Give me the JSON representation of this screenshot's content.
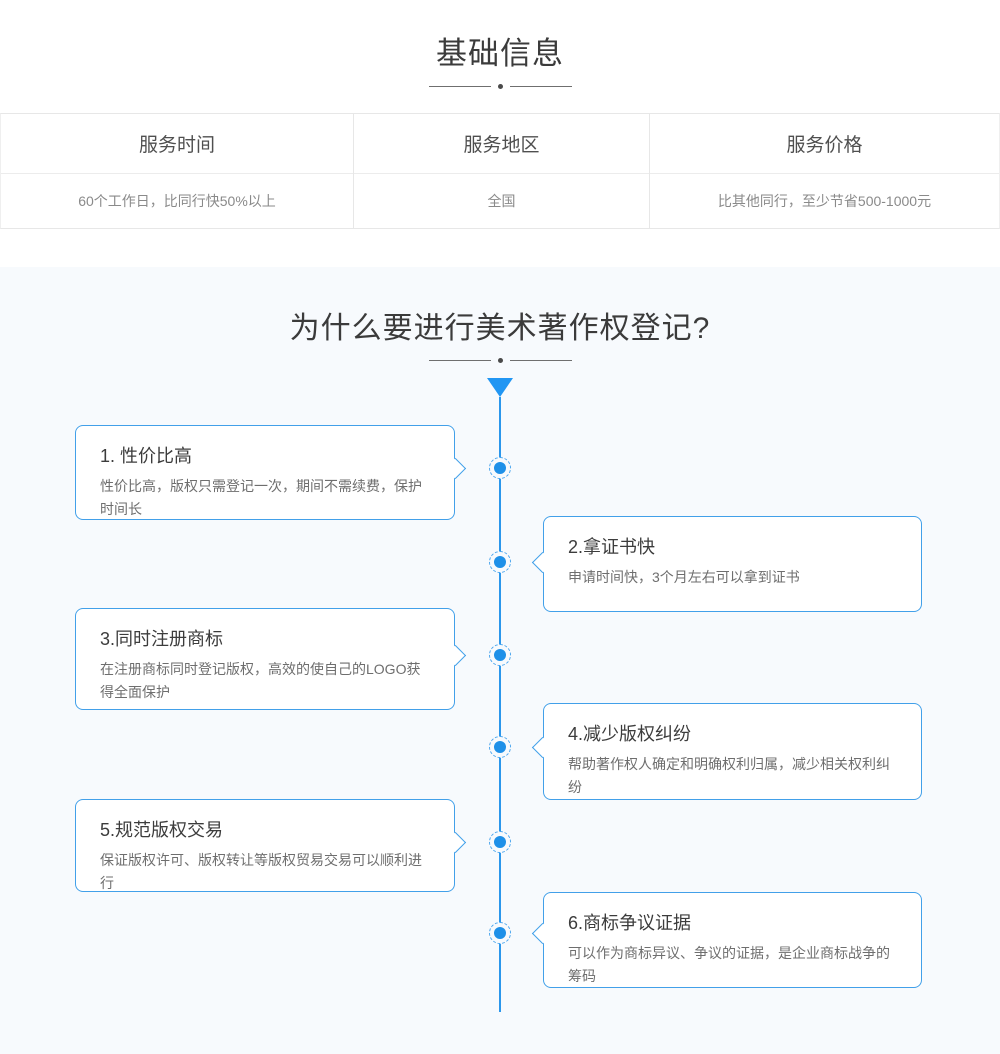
{
  "section_basic": {
    "title": "基础信息",
    "table": {
      "columns": [
        {
          "header": "服务时间",
          "value": "60个工作日，比同行快50%以上"
        },
        {
          "header": "服务地区",
          "value": "全国"
        },
        {
          "header": "服务价格",
          "value": "比其他同行，至少节省500-1000元"
        }
      ]
    }
  },
  "section_why": {
    "title": "为什么要进行美术著作权登记?",
    "items": [
      {
        "title": "1. 性价比高",
        "desc": "性价比高，版权只需登记一次，期间不需续费，保护时间长",
        "side": "left"
      },
      {
        "title": "2.拿证书快",
        "desc": "申请时间快，3个月左右可以拿到证书",
        "side": "right"
      },
      {
        "title": "3.同时注册商标",
        "desc": "在注册商标同时登记版权，高效的使自己的LOGO获得全面保护",
        "side": "left"
      },
      {
        "title": "4.减少版权纠纷",
        "desc": "帮助著作权人确定和明确权利归属，减少相关权利纠纷",
        "side": "right"
      },
      {
        "title": "5.规范版权交易",
        "desc": "保证版权许可、版权转让等版权贸易交易可以顺利进行",
        "side": "left"
      },
      {
        "title": "6.商标争议证据",
        "desc": "可以作为商标异议、争议的证据，是企业商标战争的筹码",
        "side": "right"
      }
    ]
  },
  "colors": {
    "accent_blue": "#2196f3",
    "card_border_blue": "#42a0e9",
    "section_tint": "#f7fafd",
    "divider_gray": "#e7e7e7"
  }
}
